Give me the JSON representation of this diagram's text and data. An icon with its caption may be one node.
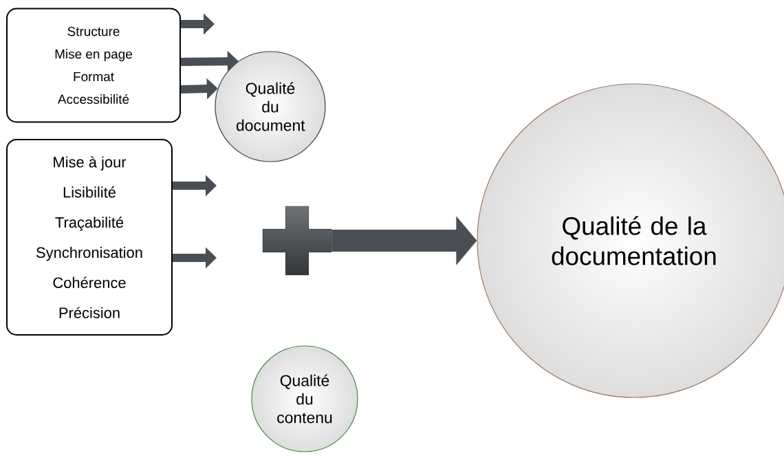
{
  "diagram": {
    "nodes": [
      {
        "text": [
          "Structure",
          "Mise en page",
          "Format",
          "Accessibilité"
        ]
      },
      {
        "text": [
          "Qualité du document"
        ]
      },
      {
        "text": [
          "Mise à jour",
          "Lisibilité",
          "Traçabilité",
          "Synchronisation",
          "Cohérence",
          "Précision"
        ]
      },
      {
        "text": [],
        "shape": "cross"
      },
      {
        "text": [
          "Qualité du contenu"
        ]
      },
      {
        "text": [
          "Qualité de la documentation"
        ]
      }
    ],
    "edges": [
      {
        "from": 0,
        "to": null,
        "arrow": "to"
      },
      {
        "from": 0,
        "to": 1,
        "arrow": "to"
      },
      {
        "from": 0,
        "to": 1,
        "arrow": "to"
      },
      {
        "from": 2,
        "to": null,
        "arrow": "to"
      },
      {
        "from": 2,
        "to": null,
        "arrow": "to"
      },
      {
        "from": 3,
        "to": 5,
        "arrow": "to",
        "style": "thick"
      }
    ]
  }
}
